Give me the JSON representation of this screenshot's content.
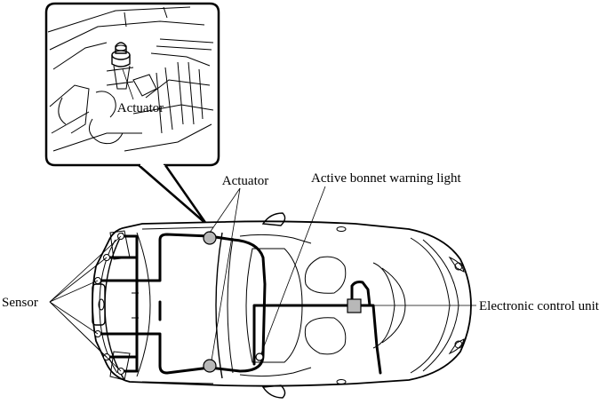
{
  "labels": {
    "inset_actuator": "Actuator",
    "actuator": "Actuator",
    "warning_light": "Active bonnet warning light",
    "sensor": "Sensor",
    "ecu": "Electronic control unit"
  }
}
